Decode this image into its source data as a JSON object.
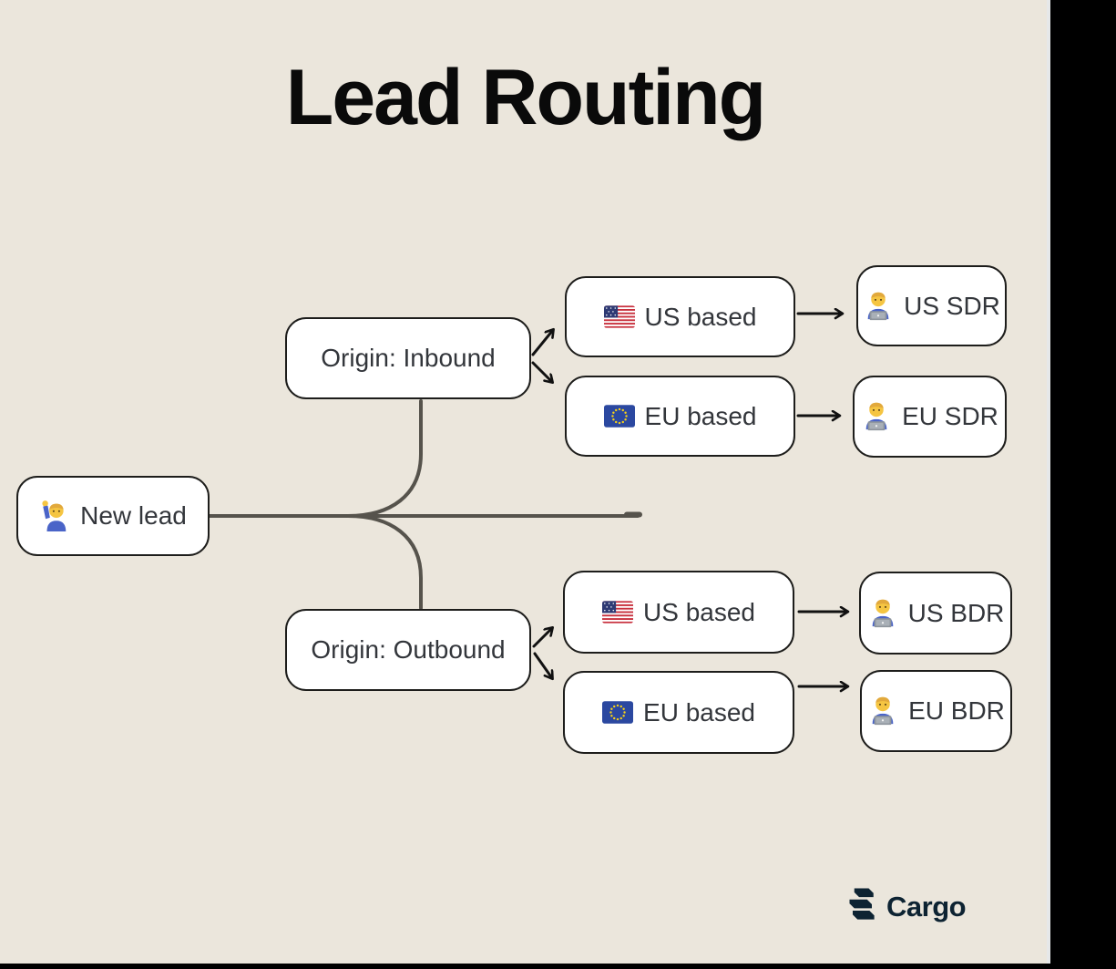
{
  "title": "Lead Routing",
  "colors": {
    "background": "#EBE6DC",
    "box_fill": "#FFFFFF",
    "box_border": "#1D1D1B",
    "tree_line": "#56534C",
    "arrow": "#111111",
    "logo_navy": "#0D2332"
  },
  "nodes": {
    "new_lead": {
      "label": "New lead",
      "icon": "person-raising-hand-icon"
    },
    "origin_inbound": {
      "label": "Origin: Inbound"
    },
    "origin_outbound": {
      "label": "Origin: Outbound"
    },
    "inbound_us_based": {
      "label": "US based",
      "icon": "us-flag-icon"
    },
    "inbound_eu_based": {
      "label": "EU based",
      "icon": "eu-flag-icon"
    },
    "us_sdr": {
      "label": "US SDR",
      "icon": "technologist-icon"
    },
    "eu_sdr": {
      "label": "EU SDR",
      "icon": "technologist-icon"
    },
    "outbound_us_based": {
      "label": "US based",
      "icon": "us-flag-icon"
    },
    "outbound_eu_based": {
      "label": "EU based",
      "icon": "eu-flag-icon"
    },
    "us_bdr": {
      "label": "US BDR",
      "icon": "technologist-icon"
    },
    "eu_bdr": {
      "label": "EU BDR",
      "icon": "technologist-icon"
    }
  },
  "edges": [
    {
      "from": "new_lead",
      "to": "origin_inbound",
      "style": "curve"
    },
    {
      "from": "new_lead",
      "to": "origin_outbound",
      "style": "curve"
    },
    {
      "from": "origin_inbound",
      "to": "inbound_us_based",
      "style": "arrow"
    },
    {
      "from": "origin_inbound",
      "to": "inbound_eu_based",
      "style": "arrow"
    },
    {
      "from": "inbound_us_based",
      "to": "us_sdr",
      "style": "arrow"
    },
    {
      "from": "inbound_eu_based",
      "to": "eu_sdr",
      "style": "arrow"
    },
    {
      "from": "origin_outbound",
      "to": "outbound_us_based",
      "style": "arrow"
    },
    {
      "from": "origin_outbound",
      "to": "outbound_eu_based",
      "style": "arrow"
    },
    {
      "from": "outbound_us_based",
      "to": "us_bdr",
      "style": "arrow"
    },
    {
      "from": "outbound_eu_based",
      "to": "eu_bdr",
      "style": "arrow"
    }
  ],
  "branding": {
    "logo_text": "Cargo"
  }
}
